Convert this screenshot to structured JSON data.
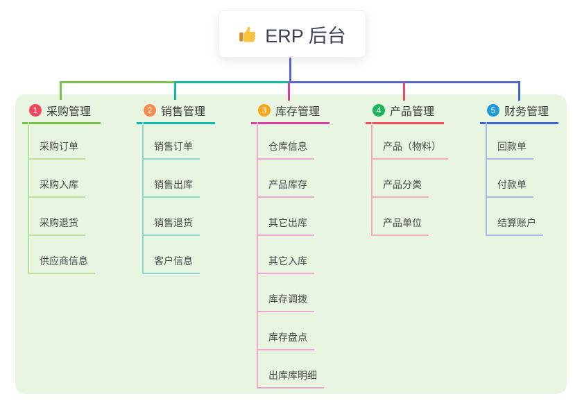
{
  "root": {
    "title": "ERP 后台",
    "icon": "thumbs-up-icon"
  },
  "branches": [
    {
      "index": "1",
      "title": "采购管理",
      "badge_color": "#f1485e",
      "line_color": "#7cc24a",
      "child_line_color": "#b9e09c",
      "children": [
        "采购订单",
        "采购入库",
        "采购退货",
        "供应商信息"
      ]
    },
    {
      "index": "2",
      "title": "销售管理",
      "badge_color": "#fb8c4d",
      "line_color": "#14b8a8",
      "child_line_color": "#8fd9d0",
      "children": [
        "销售订单",
        "销售出库",
        "销售退货",
        "客户信息"
      ]
    },
    {
      "index": "3",
      "title": "库存管理",
      "badge_color": "#f9a61f",
      "line_color": "#d93da1",
      "child_line_color": "#f2a7d2",
      "children": [
        "仓库信息",
        "产品库存",
        "其它出库",
        "其它入库",
        "库存调拨",
        "库存盘点",
        "出库库明细"
      ]
    },
    {
      "index": "4",
      "title": "产品管理",
      "badge_color": "#1cb45c",
      "line_color": "#f1495e",
      "child_line_color": "#f9acb8",
      "children": [
        "产品（物料）",
        "产品分类",
        "产品单位"
      ]
    },
    {
      "index": "5",
      "title": "财务管理",
      "badge_color": "#1f99da",
      "line_color": "#3f63cf",
      "child_line_color": "#a4b7e6",
      "children": [
        "回款单",
        "付款单",
        "结算账户"
      ]
    }
  ],
  "colors": {
    "canvas_bg": "#ffffff",
    "panel_bg": "#e7f5e1",
    "root_connector": "#5166d2",
    "root_card_bg": "#ffffff",
    "root_text": "#3a4254",
    "branch_title_text": "#3f3f3f",
    "child_text": "#4a4a4a"
  }
}
